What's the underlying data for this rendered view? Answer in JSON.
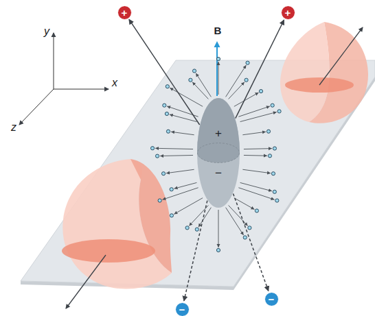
{
  "diagram": {
    "nodes": [
      {
        "text": [
          "+",
          "−"
        ]
      },
      {
        "text": [
          "+"
        ]
      },
      {
        "text": [
          "+"
        ]
      },
      {
        "text": [
          "−"
        ]
      },
      {
        "text": [
          "−"
        ]
      }
    ],
    "edges": [
      {
        "from": 0,
        "to": 1,
        "arrow": "to"
      },
      {
        "from": 0,
        "to": 2,
        "arrow": "to"
      },
      {
        "from": 0,
        "to": 3,
        "arrow": "to"
      },
      {
        "from": 0,
        "to": 4,
        "arrow": "to"
      }
    ],
    "labels": [
      "y",
      "x",
      "z",
      "B"
    ]
  }
}
